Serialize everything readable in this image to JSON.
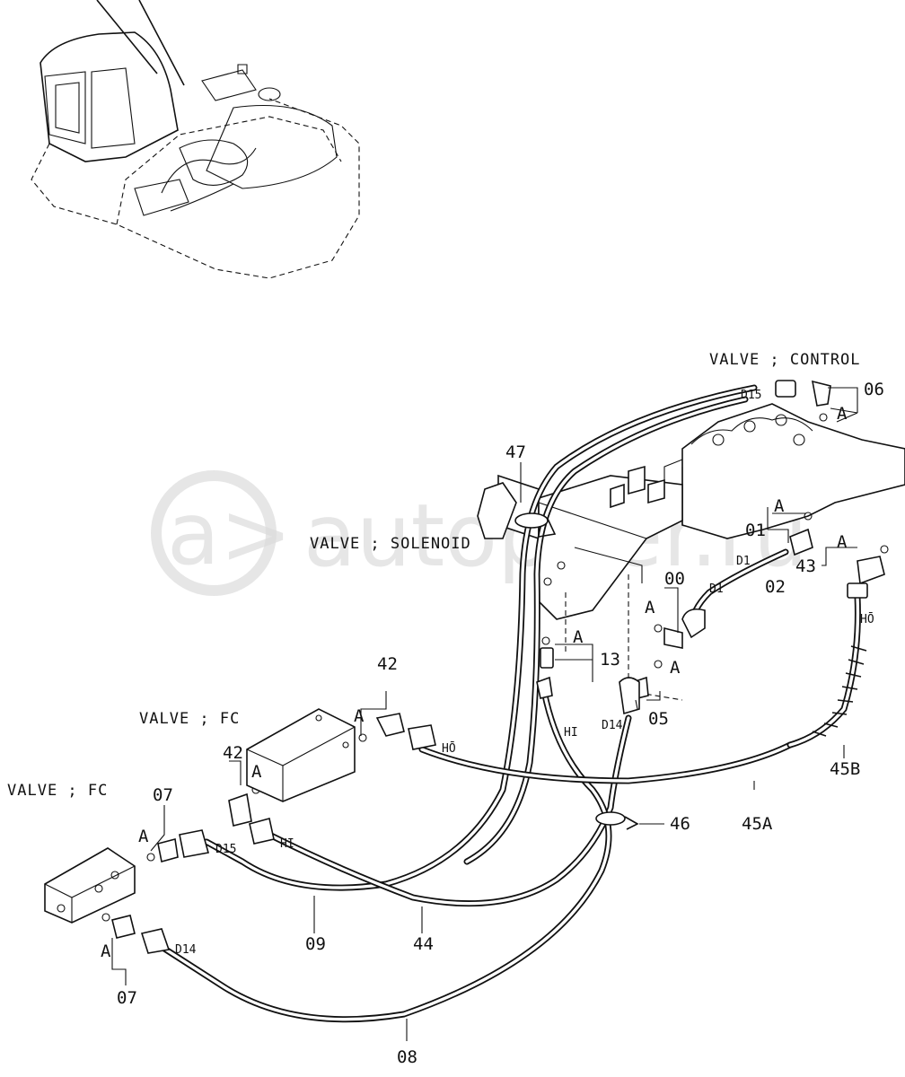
{
  "diagram": {
    "component_labels": {
      "valve_control": "VALVE ; CONTROL",
      "valve_solenoid": "VALVE ; SOLENOID",
      "valve_fc_upper": "VALVE ; FC",
      "valve_fc_lower": "VALVE ; FC"
    },
    "watermark": "autopiter.ru",
    "part_numbers": {
      "p06": "06",
      "p47": "47",
      "p01": "01",
      "p43": "43",
      "p00": "00",
      "p02": "02",
      "p13": "13",
      "p42_top": "42",
      "p42_mid": "42",
      "p05": "05",
      "p45b": "45B",
      "p46": "46",
      "p45a": "45A",
      "p07_top": "07",
      "p07_bottom": "07",
      "p09": "09",
      "p44": "44",
      "p08": "08"
    },
    "port_labels": {
      "d15_top": "D15",
      "d1_a": "D1",
      "d1_b": "D1",
      "ho_right": "HŌ",
      "hi_center": "HI",
      "d14_center": "D14",
      "ho_center": "HŌ",
      "d15_left": "D15",
      "hi_left": "HI",
      "d14_left": "D14"
    },
    "detail_marks": {
      "a1": "A",
      "a2": "A",
      "a3": "A",
      "a4": "A",
      "a5": "A",
      "a6": "A",
      "a7": "A",
      "a8": "A",
      "a9": "A",
      "a10": "A"
    }
  }
}
